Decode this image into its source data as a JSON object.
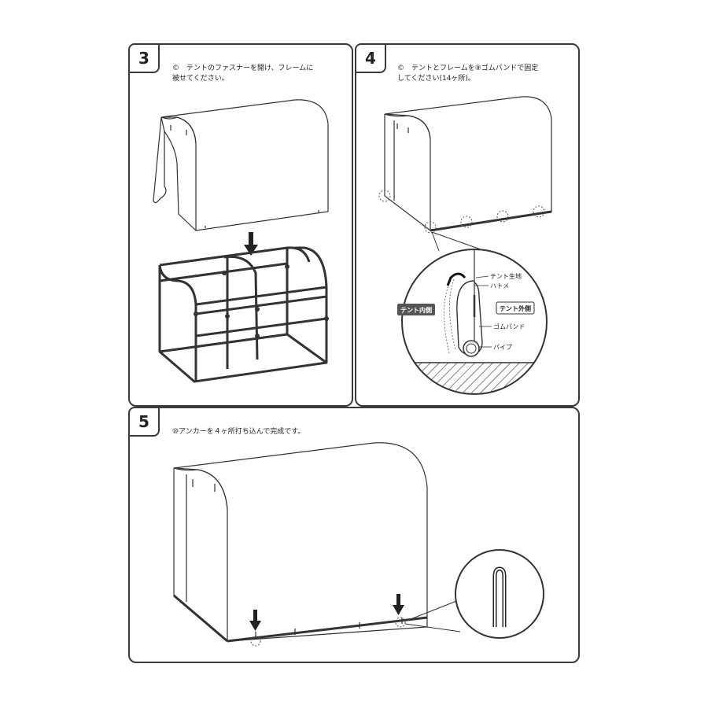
{
  "steps": [
    {
      "number": "3",
      "instruction": "©　テントのファスナーを開け、フレームに\n被せてください。"
    },
    {
      "number": "4",
      "instruction": "©　テントとフレームを⑨ゴムバンドで固定\nしてください(14ヶ所)。",
      "callouts": {
        "tent_fabric": "テント生地",
        "grommet": "ハトメ",
        "rubber_band": "ゴムバンド",
        "pipe": "パイプ",
        "tent_inside": "テント内側",
        "tent_outside": "テント外側"
      }
    },
    {
      "number": "5",
      "instruction": "⑩アンカーを４ヶ所打ち込んで完成です。"
    }
  ]
}
